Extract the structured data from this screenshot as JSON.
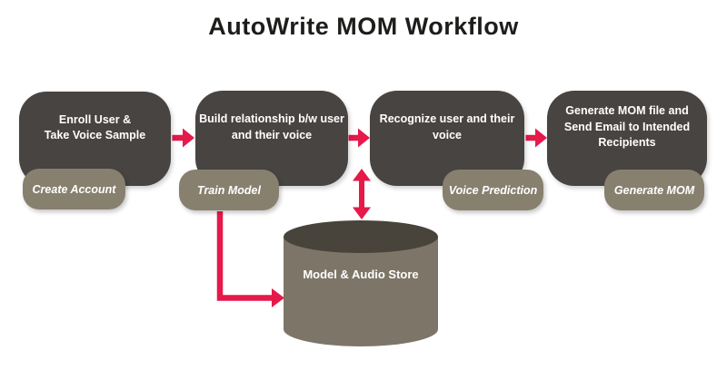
{
  "title": "AutoWrite MOM Workflow",
  "colors": {
    "background": "#ffffff",
    "stage_box": "#484442",
    "pill": "#87806f",
    "cylinder_body": "#7d7668",
    "cylinder_top": "#48443c",
    "arrow": "#e5194a",
    "title_text": "#1d1d1b",
    "box_text": "#ffffff"
  },
  "stages": [
    {
      "label": "Enroll User &\nTake Voice Sample",
      "sublabel": "Create Account"
    },
    {
      "label": "Build relationship b/w user\nand their voice",
      "sublabel": "Train Model"
    },
    {
      "label": "Recognize user and their\nvoice",
      "sublabel": "Voice Prediction"
    },
    {
      "label": "Generate MOM file and\nSend Email to Intended\nRecipients",
      "sublabel": "Generate MOM"
    }
  ],
  "datastore": {
    "label": "Model & Audio Store"
  }
}
